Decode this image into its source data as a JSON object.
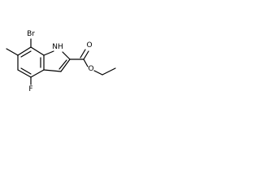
{
  "structure": {
    "atoms": [
      {
        "symbol": "Br",
        "bind": "br"
      },
      {
        "symbol": "NH",
        "bind": "nh"
      },
      {
        "symbol": "F",
        "bind": "f"
      },
      {
        "symbol": "O",
        "bind": "o_carbonyl"
      },
      {
        "symbol": "O",
        "bind": "o_ester"
      }
    ],
    "labels": {
      "br": "Br",
      "nh": "NH",
      "f": "F",
      "o_carbonyl": "O",
      "o_ester": "O"
    }
  }
}
